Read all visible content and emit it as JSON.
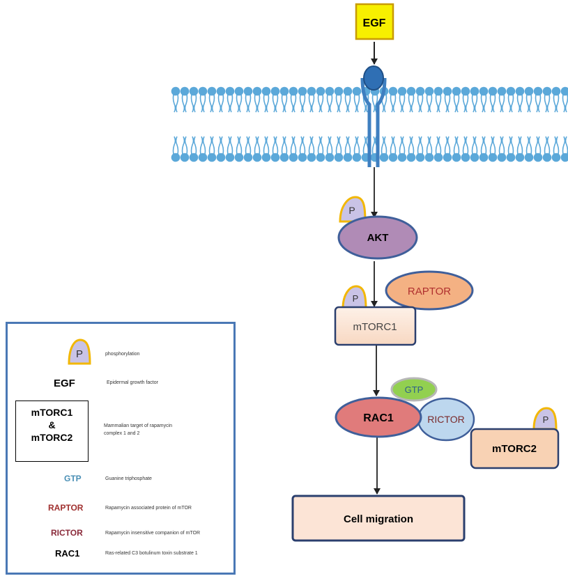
{
  "diagram": {
    "nodes": {
      "egf": "EGF",
      "akt": "AKT",
      "p_akt": "P",
      "raptor": "RAPTOR",
      "mtorc1": "mTORC1",
      "p_mtorc1": "P",
      "gtp": "GTP",
      "rac1": "RAC1",
      "rictor": "RICTOR",
      "mtorc2": "mTORC2",
      "p_mtorc2": "P",
      "cell_migration": "Cell migration"
    },
    "colors": {
      "egf_fill": "#f7f000",
      "akt_fill": "#b08bb6",
      "raptor_fill": "#f4b183",
      "mtorc_fill": "#fce4d6",
      "gtp_fill": "#92d050",
      "rac1_fill": "#e07b7b",
      "rictor_fill": "#bdd7ee",
      "membrane": "#5ba8d9",
      "phospho_fill": "#c9c3e6",
      "phospho_border": "#f2b705"
    }
  },
  "legend": {
    "items": [
      {
        "key": "P",
        "desc": "phosphorylation"
      },
      {
        "key": "EGF",
        "desc": "Epidermal growth factor"
      },
      {
        "key_lines": [
          "mTORC1",
          "&",
          "mTORC2"
        ],
        "desc_lines": [
          "Mammalian target of rapamycin",
          "complex 1 and 2"
        ]
      },
      {
        "key": "GTP",
        "desc": "Guanine  triphosphate"
      },
      {
        "key": "RAPTOR",
        "desc": "Rapamycin associated protein of mTOR"
      },
      {
        "key": "RICTOR",
        "desc": "Rapamycin insensitive companion of mTOR"
      },
      {
        "key": "RAC1",
        "desc": "Ras-related C3 botulinum toxin substrate 1"
      }
    ]
  }
}
